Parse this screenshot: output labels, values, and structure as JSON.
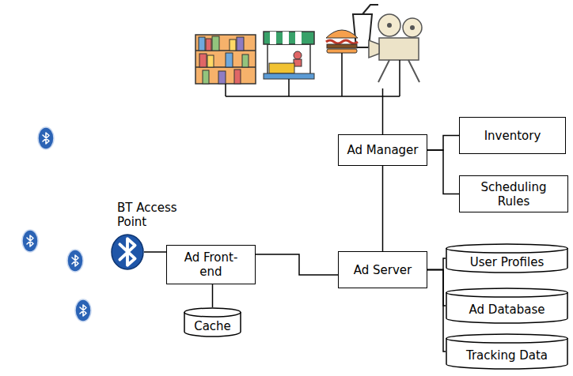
{
  "diagram": {
    "nodes": [
      {
        "text": [
          "Advertisers"
        ]
      },
      {
        "text": [
          "Inventory"
        ]
      },
      {
        "text": [
          "Ad Manager"
        ]
      },
      {
        "text": [
          "Scheduling Rules"
        ]
      },
      {
        "text": [
          "Client BT Devices"
        ]
      },
      {
        "text": [
          "BT Access Point"
        ]
      },
      {
        "text": [
          "Ad Front-end"
        ]
      },
      {
        "text": [
          "Ad Server"
        ]
      },
      {
        "text": [
          "User Profiles"
        ]
      },
      {
        "text": [
          "Ad Database"
        ]
      },
      {
        "text": [
          "Cache"
        ]
      },
      {
        "text": [
          "Tracking Data"
        ]
      }
    ],
    "edges": [
      {
        "from": 0,
        "to": 2,
        "arrow": "none"
      },
      {
        "from": 2,
        "to": 1,
        "arrow": "none"
      },
      {
        "from": 2,
        "to": 3,
        "arrow": "none"
      },
      {
        "from": 2,
        "to": 7,
        "arrow": "none"
      },
      {
        "from": 5,
        "to": 6,
        "arrow": "none"
      },
      {
        "from": 6,
        "to": 10,
        "arrow": "none"
      },
      {
        "from": 6,
        "to": 7,
        "arrow": "none"
      },
      {
        "from": 7,
        "to": 8,
        "arrow": "none"
      },
      {
        "from": 7,
        "to": 9,
        "arrow": "none"
      },
      {
        "from": 7,
        "to": 11,
        "arrow": "none"
      }
    ]
  }
}
